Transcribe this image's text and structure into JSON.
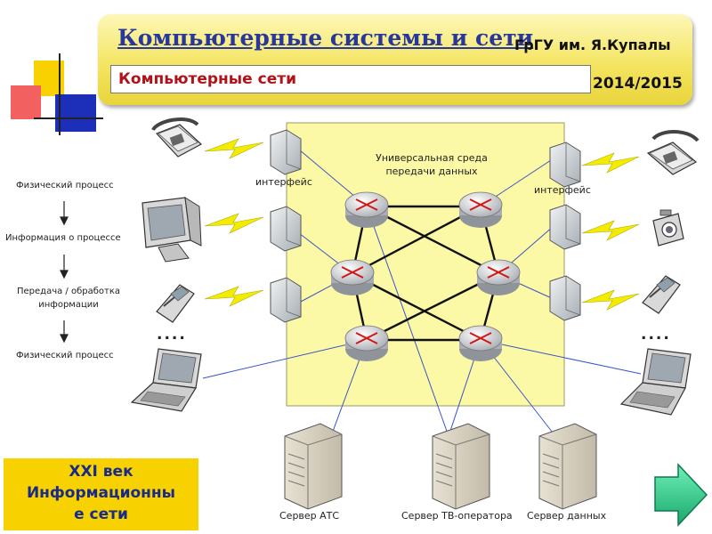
{
  "header": {
    "title": "Компьютерные системы и сети",
    "university": "ГрГУ им. Я.Купалы",
    "subtitle": "Компьютерные сети",
    "year": "2014/2015"
  },
  "bottom_box": {
    "line1": "XXI век",
    "line2": "Информационны",
    "line3": "е сети"
  },
  "process": {
    "step1": "Физический процесс",
    "step2": "Информация о процессе",
    "step3_line1": "Передача / обработка",
    "step3_line2": "информации",
    "step4": "Физический процесс"
  },
  "diagram": {
    "medium_line1": "Универсальная среда",
    "medium_line2": "передачи данных",
    "interface_left": "интерфейс",
    "interface_right": "интерфейс",
    "dots_left": "....",
    "dots_right": "....",
    "server_ats": "Сервер АТС",
    "server_tv": "Сервер ТВ-оператора",
    "server_data": "Сервер данных"
  },
  "colors": {
    "title": "#27379c",
    "subtitle": "#b0141a",
    "medium": "#fbf8a6",
    "lightning": "#f4ec00",
    "arrow": "#2fc58a"
  }
}
